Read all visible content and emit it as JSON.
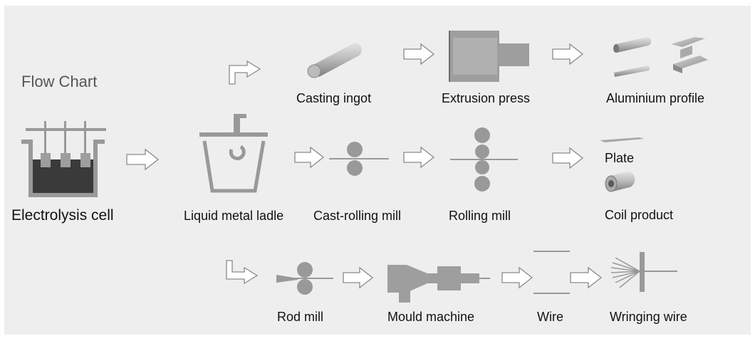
{
  "title": "Flow Chart",
  "nodes": {
    "electrolysis_cell": "Electrolysis cell",
    "liquid_metal_ladle": "Liquid metal ladle",
    "casting_ingot": "Casting ingot",
    "extrusion_press": "Extrusion press",
    "aluminium_profile": "Aluminium profile",
    "cast_rolling_mill": "Cast-rolling mill",
    "rolling_mill": "Rolling mill",
    "plate": "Plate",
    "coil_product": "Coil product",
    "rod_mill": "Rod mill",
    "mould_machine": "Mould machine",
    "wire": "Wire",
    "wringing_wire": "Wringing wire"
  },
  "colors": {
    "panel": "#eeeeee",
    "machine_gray": "#999999",
    "dark_metal": "#3a3a3a",
    "arrow_fill": "#ffffff",
    "arrow_stroke": "#8a8a8a"
  }
}
